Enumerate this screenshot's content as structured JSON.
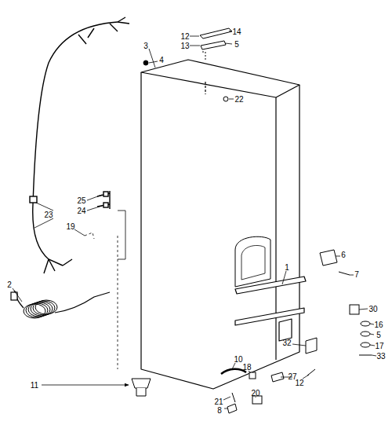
{
  "diagram": {
    "labels": [
      "12",
      "14",
      "13",
      "5",
      "3",
      "4",
      "22",
      "25",
      "24",
      "23",
      "19",
      "2",
      "1",
      "6",
      "7",
      "30",
      "16",
      "5",
      "17",
      "33",
      "32",
      "10",
      "18",
      "27",
      "12",
      "21",
      "20",
      "8",
      "11"
    ]
  }
}
